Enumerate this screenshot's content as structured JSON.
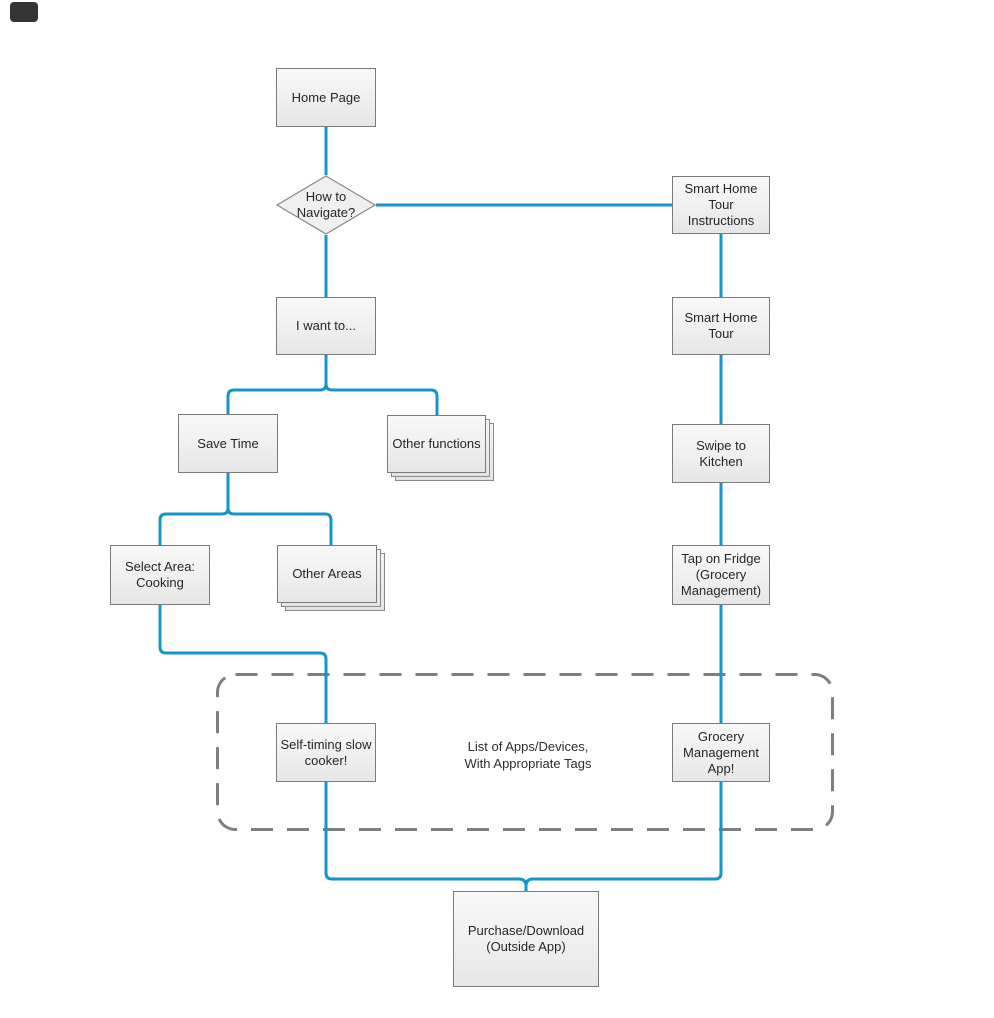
{
  "palette": {
    "connector_blue": "#1795c8",
    "box_border": "#7a7a7a",
    "box_fill_light": "#f8f8f8",
    "box_fill_dark": "#e6e6e6",
    "dashed_border_gray": "#7f7f7f",
    "text_color": "#262626",
    "corner_mark_color": "#353535"
  },
  "nodes": {
    "home_page": {
      "label": "Home Page"
    },
    "how_to_navigate": {
      "label": "How to\nNavigate?"
    },
    "i_want_to": {
      "label": "I want to..."
    },
    "save_time": {
      "label": "Save Time"
    },
    "other_functions": {
      "label": "Other functions"
    },
    "select_area_cooking": {
      "label": "Select Area:\nCooking"
    },
    "other_areas": {
      "label": "Other Areas"
    },
    "self_timing_slow_cooker": {
      "label": "Self-timing slow\ncooker!"
    },
    "grocery_management_app": {
      "label": "Grocery\nManagement\nApp!"
    },
    "smart_home_tour_instructions": {
      "label": "Smart Home\nTour\nInstructions"
    },
    "smart_home_tour": {
      "label": "Smart Home\nTour"
    },
    "swipe_to_kitchen": {
      "label": "Swipe to\nKitchen"
    },
    "tap_on_fridge": {
      "label": "Tap on Fridge\n(Grocery\nManagement)"
    },
    "purchase_download": {
      "label": "Purchase/Download\n(Outside App)"
    },
    "list_annotation": {
      "label": "List of Apps/Devices,\nWith Appropriate Tags"
    }
  }
}
